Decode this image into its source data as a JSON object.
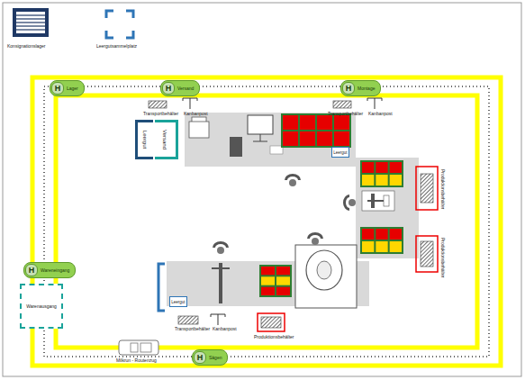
{
  "diagram": {
    "nodes": [
      {
        "text": [
          "H",
          "Lager"
        ]
      },
      {
        "text": [
          "H",
          "Versand"
        ]
      },
      {
        "text": [
          "H",
          "Montage"
        ]
      },
      {
        "text": [
          "H",
          "Wareneingang"
        ]
      },
      {
        "text": [
          "H",
          "Sägen"
        ]
      },
      {
        "text": [
          "Warenausgang"
        ]
      },
      {
        "text": [
          "Leergut"
        ]
      },
      {
        "text": [
          "Versand"
        ]
      },
      {
        "text": [
          "Leergut"
        ]
      },
      {
        "text": [
          "Leergut"
        ]
      }
    ],
    "edges": [],
    "labels": [
      "Konsignationslager",
      "Leergutsammelplatz",
      "Transportbehälter",
      "Kanbanpost",
      "Transportbehälter",
      "Kanbanpost",
      "Produktionsbehälter",
      "Produktionsbehälter",
      "Transportbehälter",
      "Kanbanpost",
      "Produktionsbehälter",
      "Milkrun - Routenzug"
    ]
  }
}
